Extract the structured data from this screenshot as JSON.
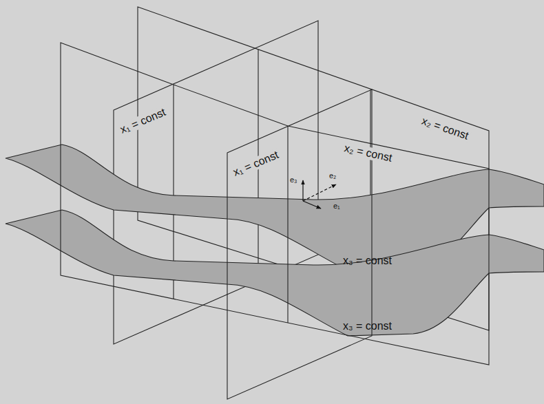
{
  "diagram": {
    "labels": [
      "x₁ = const",
      "x₁ = const",
      "x₂ = const",
      "x₂ = const",
      "e₃",
      "e₂",
      "e₁",
      "x₃ = const",
      "x₃ = const"
    ]
  }
}
